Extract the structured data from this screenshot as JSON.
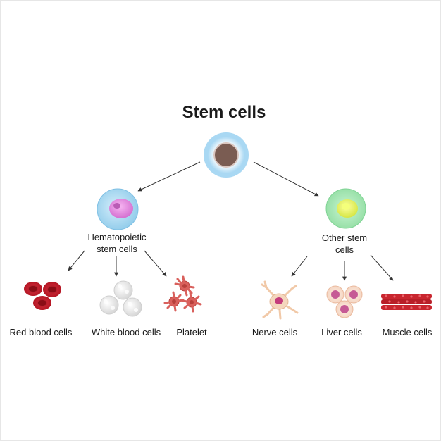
{
  "title": "Stem cells",
  "nodes": {
    "hematopoietic": "Hematopoietic stem cells",
    "hematopoietic_line1": "Hematopoietic",
    "hematopoietic_line2": "stem cells",
    "other": "Other stem cells",
    "other_line1": "Other stem",
    "other_line2": "cells"
  },
  "cells": {
    "red_blood": "Red blood cells",
    "white_blood": "White blood cells",
    "platelet": "Platelet",
    "nerve": "Nerve cells",
    "liver": "Liver cells",
    "muscle": "Muscle cells"
  },
  "colors": {
    "stem_outer": "#bfe3f7",
    "stem_nucleus": "#7a5c52",
    "hemato_cell": "#a9d8f2",
    "hemato_nucleus": "#e58de0",
    "other_cell": "#a6e9b4",
    "other_nucleus": "#e7f26a",
    "red_cell": "#c41e2a",
    "platelet": "#d9605c",
    "arrow": "#333333"
  }
}
